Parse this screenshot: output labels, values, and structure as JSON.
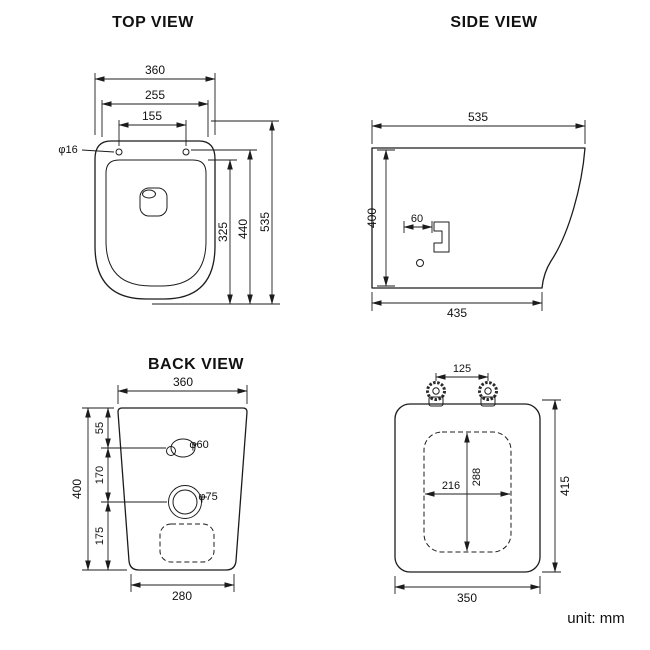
{
  "page": {
    "unit_label": "unit: mm"
  },
  "top_view": {
    "title": "TOP VIEW",
    "dims": {
      "outer_width": "360",
      "mid_width": "255",
      "hole_spacing": "155",
      "hole_diameter": "φ16",
      "inner_depth": "325",
      "bowl_depth": "440",
      "total_depth": "535"
    }
  },
  "side_view": {
    "title": "SIDE VIEW",
    "dims": {
      "top_depth": "535",
      "height": "400",
      "bracket": "60",
      "bottom_depth": "435"
    }
  },
  "back_view": {
    "title": "BACK VIEW",
    "dims": {
      "top_width": "360",
      "seg_top": "55",
      "seg_mid": "170",
      "seg_bottom": "175",
      "height": "400",
      "inlet_diameter": "φ60",
      "outlet_diameter": "φ75",
      "bottom_width": "280"
    }
  },
  "seat_view": {
    "dims": {
      "hinge_spacing": "125",
      "inner_length": "288",
      "inner_width": "216",
      "length": "415",
      "width": "350"
    }
  }
}
